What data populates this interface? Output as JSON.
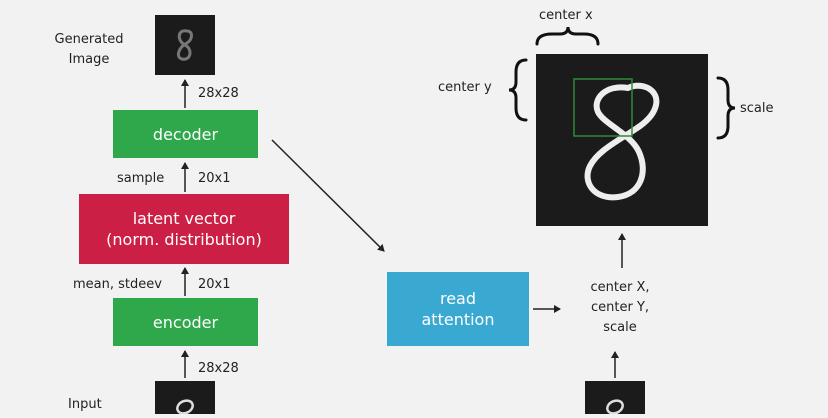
{
  "left": {
    "generated_label": "Generated\nImage",
    "dim_top": "28x28",
    "decoder": "decoder",
    "sample": "sample",
    "dim_latent": "20x1",
    "latent": "latent vector\n(norm. distribution)",
    "mean_stdeev": "mean, stdeev",
    "dim_encoder": "20x1",
    "encoder": "encoder",
    "dim_input": "28x28",
    "input_label": "Input"
  },
  "right": {
    "center_x": "center x",
    "center_y": "center y",
    "scale": "scale",
    "read_attention": "read\nattention",
    "params": "center X,\ncenter Y,\nscale"
  },
  "colors": {
    "green": "#2ea84a",
    "red": "#cc1f45",
    "blue": "#3aa9d2",
    "dark": "#1b1b1b",
    "attention_box": "#2e8b3a"
  }
}
